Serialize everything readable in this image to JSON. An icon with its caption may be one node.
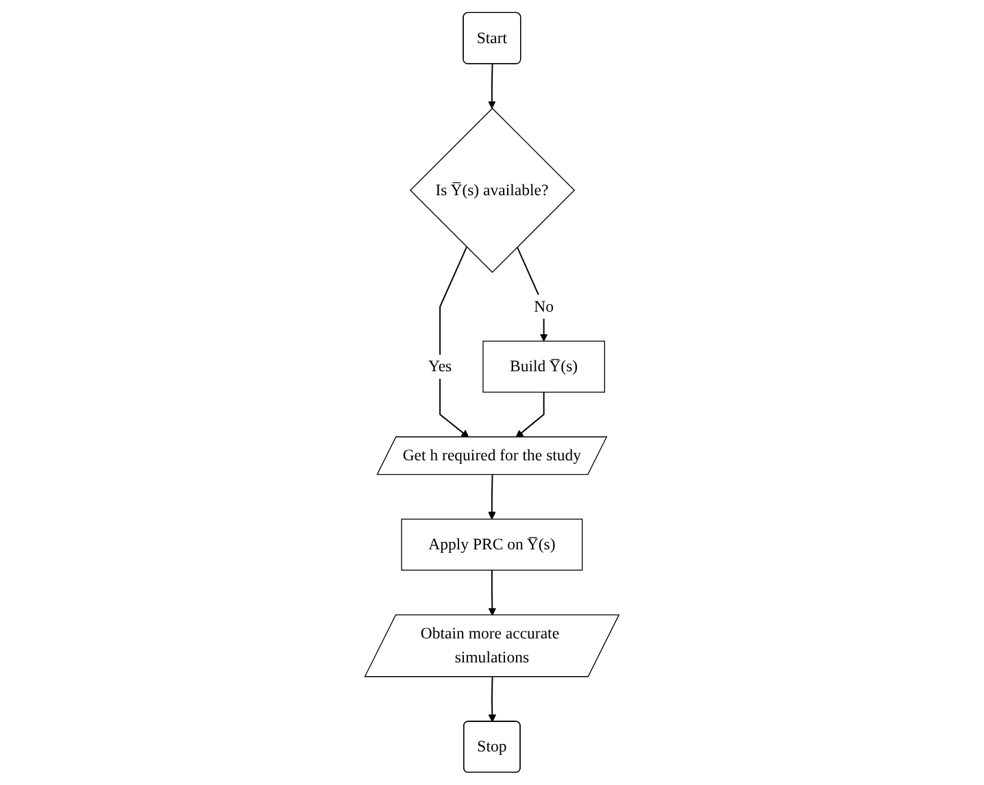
{
  "diagram": {
    "nodes": [
      {
        "text": [
          "Start"
        ]
      },
      {
        "text": [
          "Is Y̅(s) available?"
        ]
      },
      {
        "text": [
          "Build Y̅(s)"
        ]
      },
      {
        "text": [
          "Get h required for the study"
        ]
      },
      {
        "text": [
          "Apply PRC on Y̅(s)"
        ]
      },
      {
        "text": [
          "Obtain more accurate simulations"
        ]
      },
      {
        "text": [
          "Stop"
        ]
      }
    ],
    "edges": [
      {
        "from": 0,
        "to": 1,
        "arrow": "to"
      },
      {
        "from": 1,
        "to": 2,
        "label": "No",
        "arrow": "to"
      },
      {
        "from": 1,
        "to": 3,
        "label": "Yes",
        "arrow": "to"
      },
      {
        "from": 2,
        "to": 3,
        "arrow": "to"
      },
      {
        "from": 3,
        "to": 4,
        "arrow": "to"
      },
      {
        "from": 4,
        "to": 5,
        "arrow": "to"
      },
      {
        "from": 5,
        "to": 6,
        "arrow": "to"
      }
    ]
  }
}
